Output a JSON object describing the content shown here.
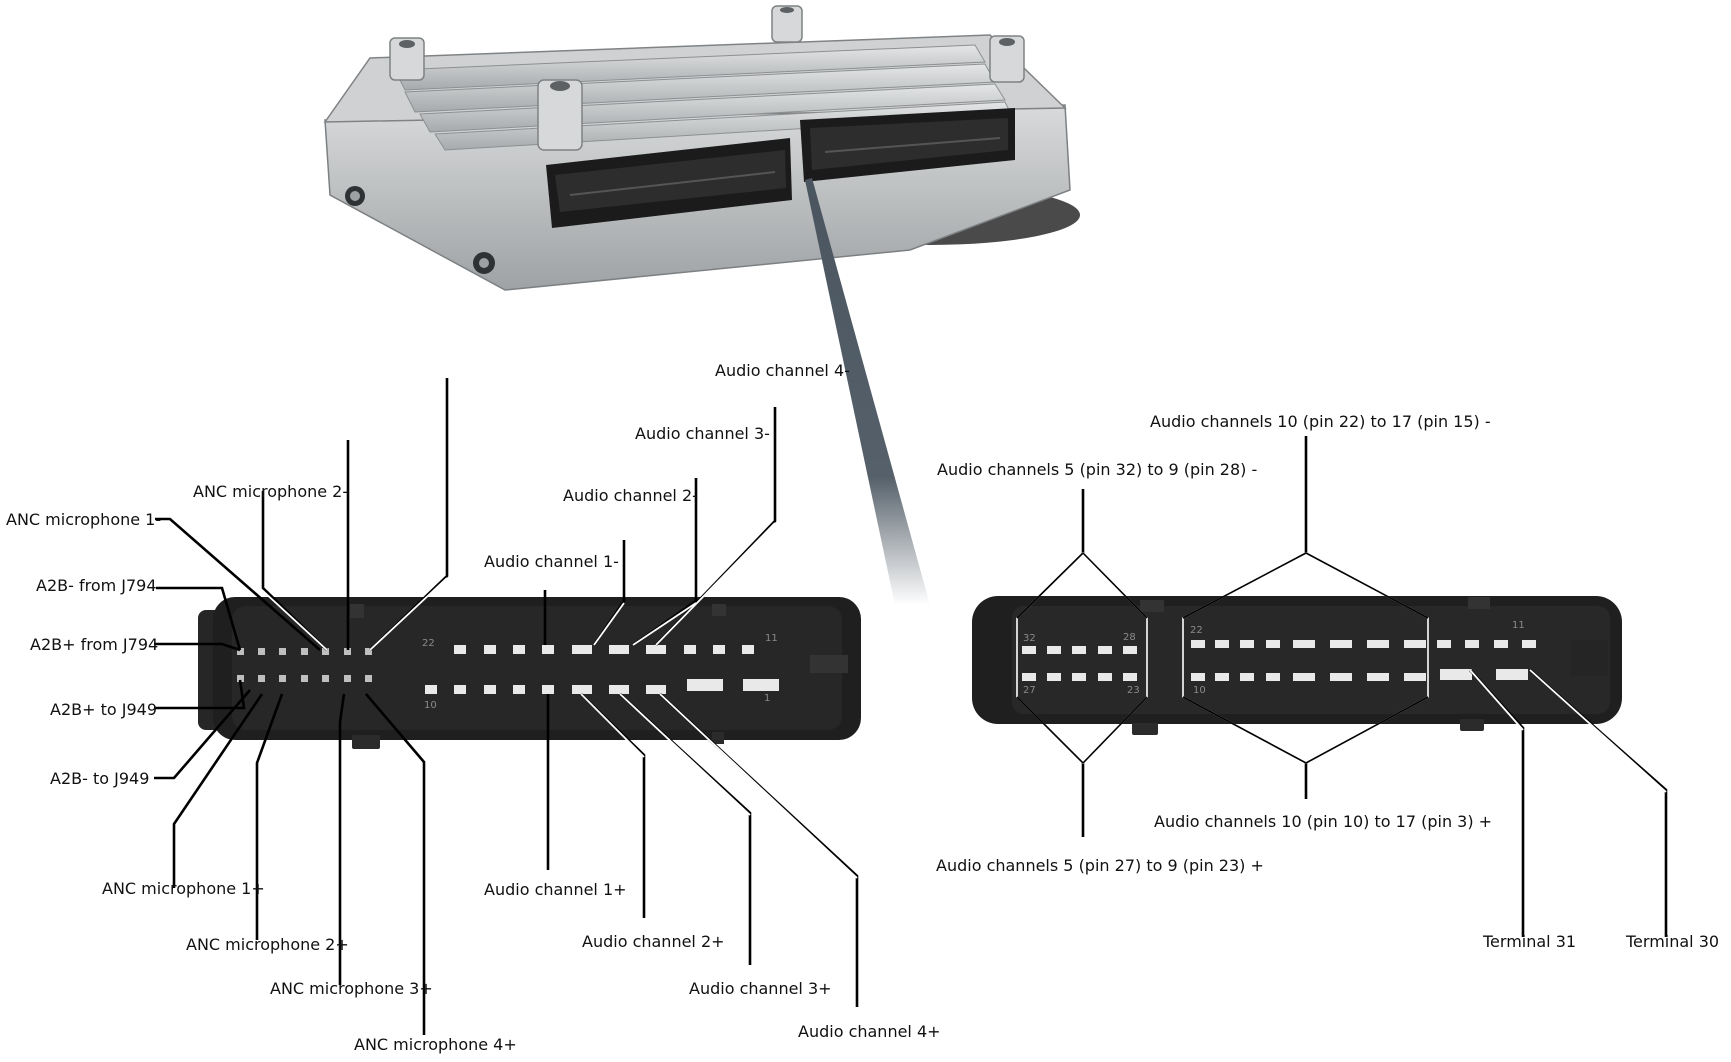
{
  "labels": {
    "anc_mic1_minus": "ANC microphone 1-",
    "anc_mic2_minus": "ANC microphone 2-",
    "a2b_minus_from": "A2B- from J794",
    "a2b_plus_from": "A2B+ from J794",
    "a2b_plus_to": "A2B+ to J949",
    "a2b_minus_to": "A2B- to J949",
    "anc_mic1_plus": "ANC microphone 1+",
    "anc_mic2_plus": "ANC microphone 2+",
    "anc_mic3_plus": "ANC microphone 3+",
    "anc_mic4_plus": "ANC microphone 4+",
    "audio1_minus": "Audio channel 1-",
    "audio2_minus": "Audio channel 2-",
    "audio3_minus": "Audio channel 3-",
    "audio4_minus": "Audio channel 4-",
    "audio1_plus": "Audio channel 1+",
    "audio2_plus": "Audio channel 2+",
    "audio3_plus": "Audio channel 3+",
    "audio4_plus": "Audio channel 4+",
    "ch5_9_minus": "Audio channels 5 (pin 32) to 9 (pin 28) -",
    "ch10_17_minus": "Audio channels 10 (pin 22) to 17 (pin 15) -",
    "ch10_17_plus": "Audio channels 10 (pin 10) to 17 (pin 3) +",
    "ch5_9_plus": "Audio channels 5 (pin 27) to 9 (pin 23) +",
    "terminal31": "Terminal 31",
    "terminal30": "Terminal 30"
  },
  "pin_numbers": {
    "left_top_left": "22",
    "left_top_right": "11",
    "left_bottom_left": "10",
    "left_bottom_right": "1",
    "right_top_a": "32",
    "right_top_b": "28",
    "right_top_c": "22",
    "right_top_d": "11",
    "right_bottom_a": "27",
    "right_bottom_b": "23",
    "right_bottom_c": "10"
  },
  "colors": {
    "housing": "#c9cbcc",
    "housing_dark": "#8f9294",
    "connector_body": "#1d1d1d",
    "pin": "#e9e9e9",
    "lead": "#000000"
  }
}
